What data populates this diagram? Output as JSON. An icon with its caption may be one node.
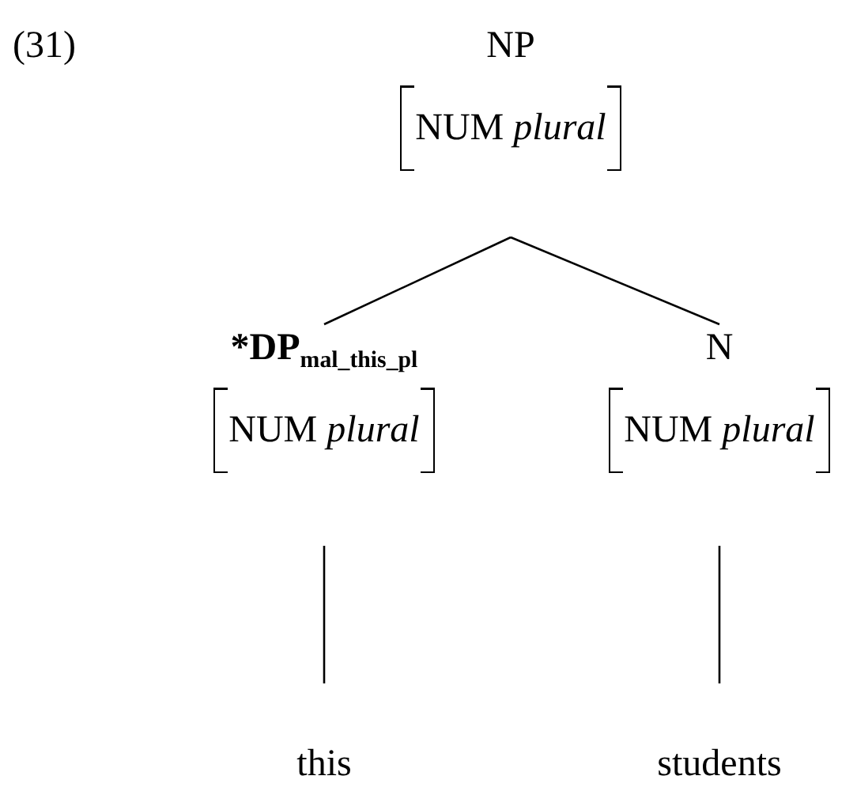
{
  "diagram": {
    "nodes": [
      {
        "text": [
          "NP",
          "NUM *plural*"
        ]
      },
      {
        "text": [
          "*DP$_{mal_this_pl}$",
          "NUM *plural*"
        ]
      },
      {
        "text": [
          "N",
          "NUM *plural*"
        ]
      },
      {
        "text": [
          "this"
        ]
      },
      {
        "text": [
          "students"
        ]
      }
    ],
    "edges": [
      {
        "from": 0,
        "to": 1,
        "arrow": "none"
      },
      {
        "from": 0,
        "to": 2,
        "arrow": "none"
      },
      {
        "from": 1,
        "to": 3,
        "arrow": "none"
      },
      {
        "from": 2,
        "to": 4,
        "arrow": "none"
      }
    ],
    "labels": [
      "(31)"
    ]
  }
}
